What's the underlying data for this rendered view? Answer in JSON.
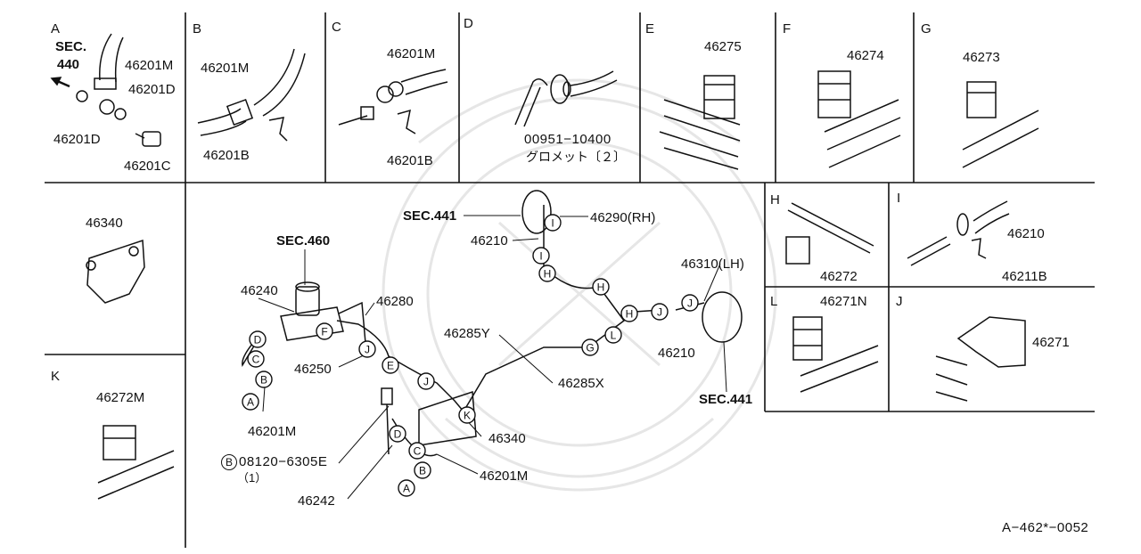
{
  "diagram_code": "A−462*−0052",
  "sections": {
    "A": {
      "letter": "A",
      "sec_label_1": "SEC.",
      "sec_label_2": "440",
      "part_1": "46201M",
      "part_2": "46201D",
      "part_3": "46201D",
      "part_4": "46201C"
    },
    "B": {
      "letter": "B",
      "part_1": "46201M",
      "part_2": "46201B"
    },
    "C": {
      "letter": "C",
      "part_1": "46201M",
      "part_2": "46201B"
    },
    "D": {
      "letter": "D",
      "part_1": "00951−10400",
      "part_2": "グロメット〔２〕"
    },
    "E": {
      "letter": "E",
      "part_1": "46275"
    },
    "F": {
      "letter": "F",
      "part_1": "46274"
    },
    "G": {
      "letter": "G",
      "part_1": "46273"
    },
    "H": {
      "letter": "H",
      "part_1": "46272"
    },
    "I": {
      "letter": "I",
      "part_1": "46210",
      "part_2": "46211B"
    },
    "L": {
      "letter": "L",
      "part_1": "46271N"
    },
    "J": {
      "letter": "J",
      "part_1": "46271"
    },
    "K": {
      "letter": "K",
      "part_1": "46272M"
    },
    "left": {
      "part_1": "46340"
    },
    "main": {
      "sec460": "SEC.460",
      "sec441_top": "SEC.441",
      "sec441_bottom": "SEC.441",
      "p46290": "46290(RH)",
      "p46210_a": "46210",
      "p46310": "46310(LH)",
      "p46210_b": "46210",
      "p46240": "46240",
      "p46280": "46280",
      "p46250": "46250",
      "p46285y": "46285Y",
      "p46285x": "46285X",
      "p46201m_a": "46201M",
      "p46340": "46340",
      "p46201m_b": "46201M",
      "p46242": "46242",
      "bolt_code": "08120−6305E",
      "bolt_circle": "B",
      "bolt_qty": "（1）"
    },
    "circles": [
      "D",
      "C",
      "B",
      "A",
      "F",
      "J",
      "E",
      "J",
      "K",
      "D",
      "C",
      "B",
      "A",
      "I",
      "I",
      "H",
      "H",
      "H",
      "G",
      "L",
      "J",
      "J"
    ]
  }
}
